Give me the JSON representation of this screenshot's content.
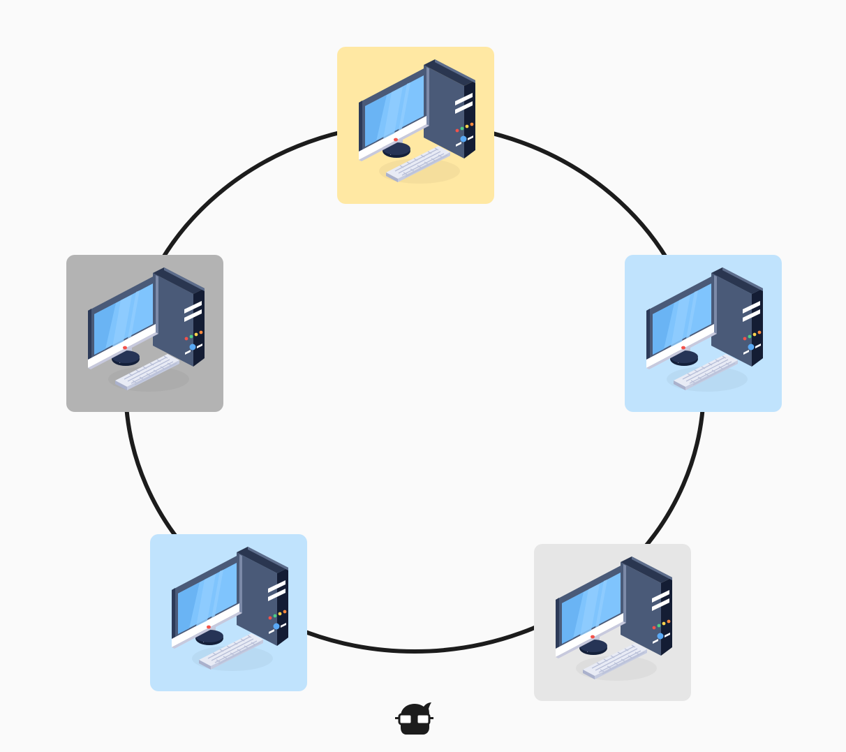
{
  "diagram": {
    "type": "ring-network",
    "ring_color": "#1c1c1c",
    "nodes": [
      {
        "id": "top",
        "icon": "desktop-computer-icon",
        "tile_color": "#ffe8a3"
      },
      {
        "id": "left",
        "icon": "desktop-computer-icon",
        "tile_color": "#b3b3b3"
      },
      {
        "id": "right",
        "icon": "desktop-computer-icon",
        "tile_color": "#c0e3fd"
      },
      {
        "id": "bottom-left",
        "icon": "desktop-computer-icon",
        "tile_color": "#c0e3fd"
      },
      {
        "id": "bottom-right",
        "icon": "desktop-computer-icon",
        "tile_color": "#e6e6e6"
      }
    ]
  },
  "footer": {
    "logo_icon": "nerd-glasses-logo-icon"
  }
}
